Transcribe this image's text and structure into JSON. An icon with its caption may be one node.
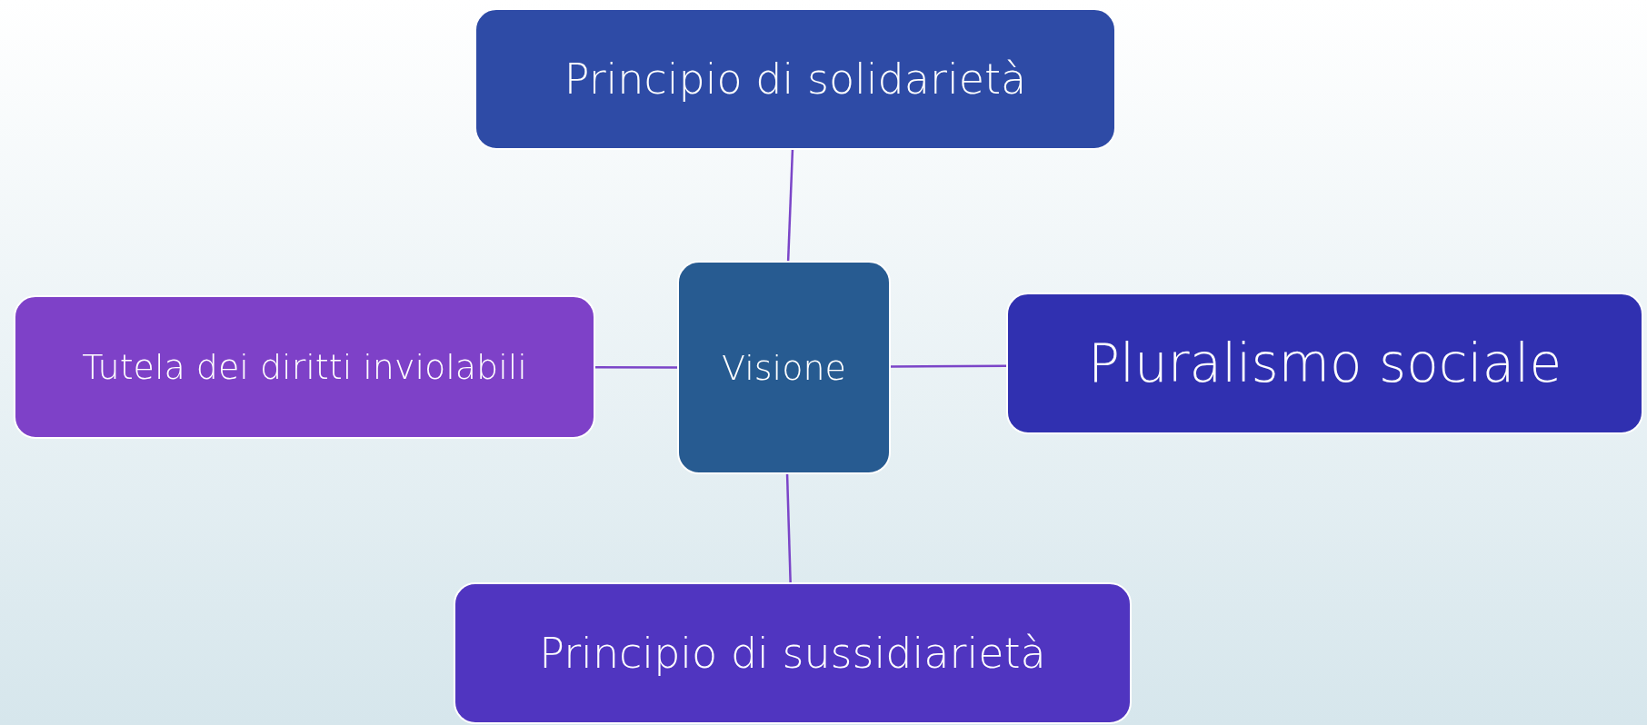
{
  "diagram": {
    "nodes": [
      {
        "text": [
          "Principio di solidarietà"
        ]
      },
      {
        "text": [
          "Tutela dei diritti inviolabili"
        ]
      },
      {
        "text": [
          "Visione"
        ]
      },
      {
        "text": [
          "Pluralismo sociale"
        ]
      },
      {
        "text": [
          "Principio di sussidiarietà"
        ]
      }
    ],
    "edges": [
      {
        "from": 2,
        "to": 0,
        "arrow": "none"
      },
      {
        "from": 2,
        "to": 1,
        "arrow": "none"
      },
      {
        "from": 2,
        "to": 3,
        "arrow": "none"
      },
      {
        "from": 2,
        "to": 4,
        "arrow": "none"
      }
    ]
  }
}
